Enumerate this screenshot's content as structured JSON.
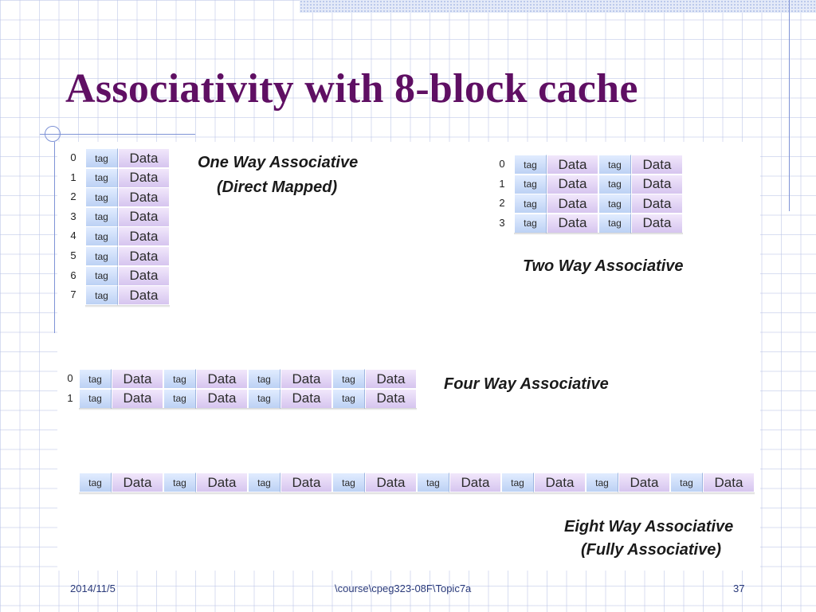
{
  "slide": {
    "title": "Associativity with 8-block cache",
    "cell_labels": {
      "tag": "tag",
      "data": "Data"
    },
    "one_way": {
      "indices": [
        "0",
        "1",
        "2",
        "3",
        "4",
        "5",
        "6",
        "7"
      ],
      "label_line1": "One Way Associative",
      "label_line2": "(Direct Mapped)"
    },
    "two_way": {
      "indices": [
        "0",
        "1",
        "2",
        "3"
      ],
      "label": "Two Way Associative"
    },
    "four_way": {
      "indices": [
        "0",
        "1"
      ],
      "label": "Four Way Associative"
    },
    "eight_way": {
      "label_line1": "Eight Way Associative",
      "label_line2": "(Fully Associative)"
    }
  },
  "footer": {
    "date": "2014/11/5",
    "path": "\\course\\cpeg323-08F\\Topic7a",
    "page": "37"
  },
  "colors": {
    "title": "#5f0f63",
    "tag_fill": "#bcd1f4",
    "data_fill": "#d6c5ef",
    "grid_line": "#b9c3e6",
    "accent_line": "#7f93d6"
  }
}
